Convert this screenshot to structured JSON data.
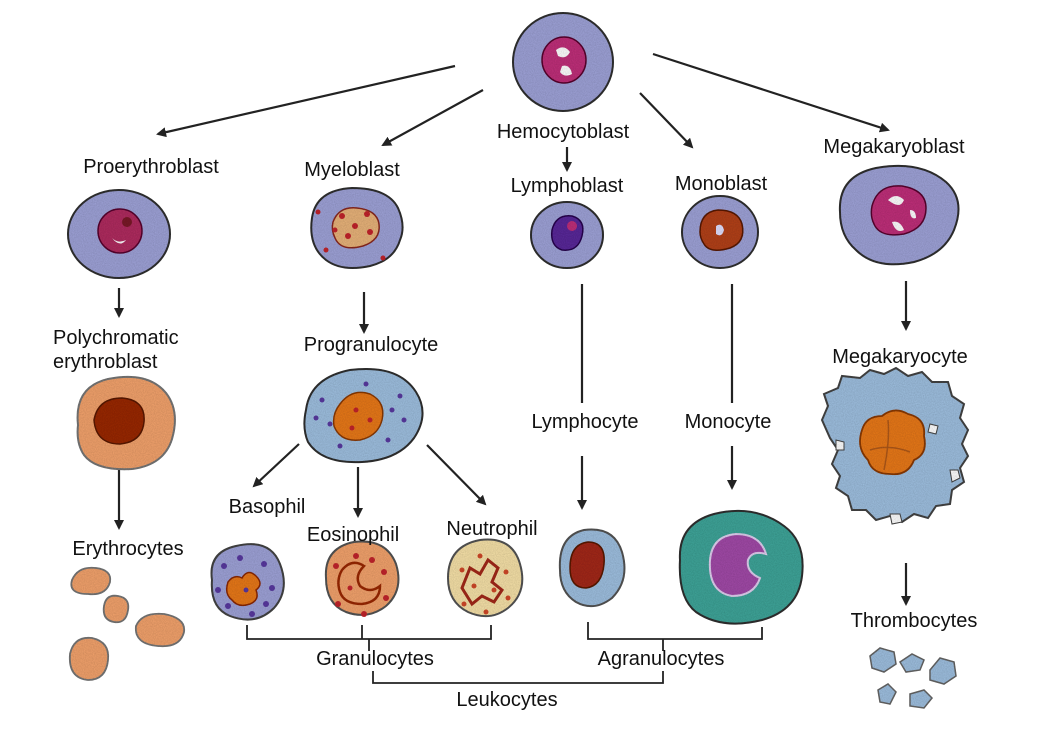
{
  "labels": {
    "hemocytoblast": "Hemocytoblast",
    "proerythroblast": "Proerythroblast",
    "myeloblast": "Myeloblast",
    "lymphoblast": "Lymphoblast",
    "monoblast": "Monoblast",
    "megakaryoblast": "Megakaryoblast",
    "polychromatic_line1": "Polychromatic",
    "polychromatic_line2": "erythroblast",
    "progranulocyte": "Progranulocyte",
    "megakaryocyte": "Megakaryocyte",
    "lymphocyte": "Lymphocyte",
    "monocyte": "Monocyte",
    "basophil": "Basophil",
    "eosinophil": "Eosinophil",
    "neutrophil": "Neutrophil",
    "erythrocytes": "Erythrocytes",
    "thrombocytes": "Thrombocytes",
    "granulocytes": "Granulocytes",
    "agranulocytes": "Agranulocytes",
    "leukocytes": "Leukocytes"
  },
  "colors": {
    "blast_cytoplasm": "#9fa3d8",
    "pink_nucleus": "#c0337a",
    "erythro_orange": "#f3a36d",
    "dark_nucleus": "#9a2b10",
    "light_blue_cyto": "#9fc0e0",
    "granule_orange": "#e8791f",
    "teal_cyto": "#3fa59a",
    "purple_nucleus": "#a24ca8",
    "lympho_purple": "#5a2b9a",
    "arrow": "#222222"
  }
}
